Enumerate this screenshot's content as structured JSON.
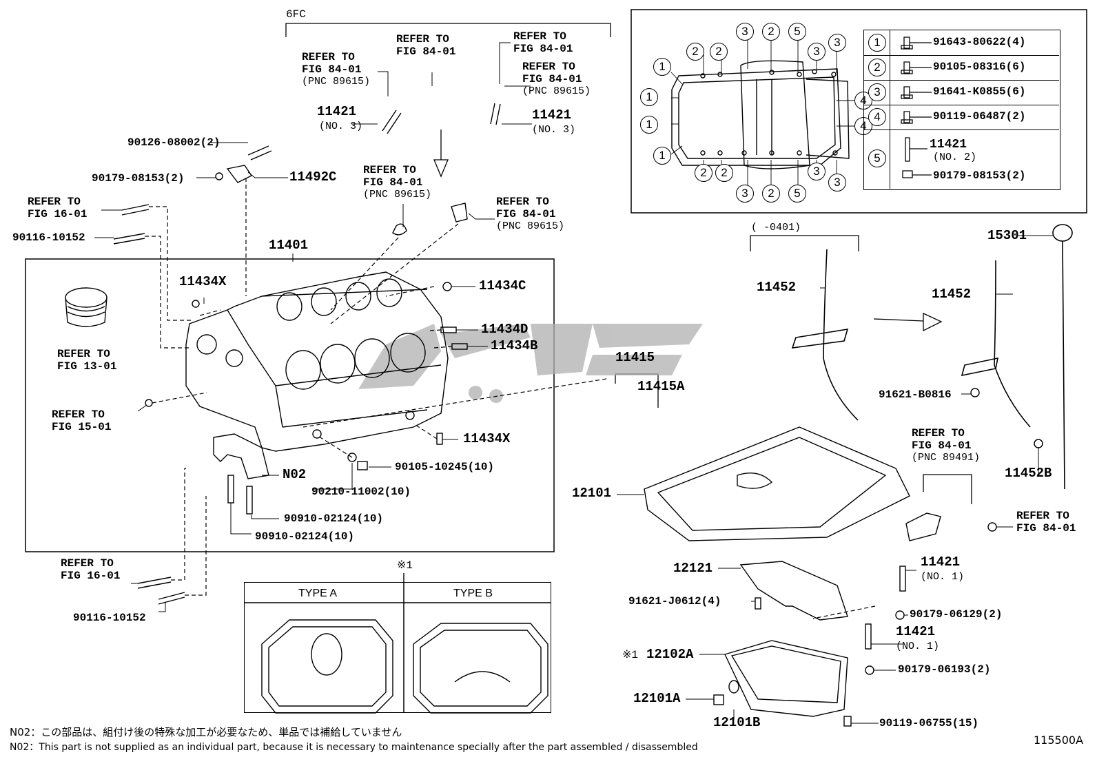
{
  "callouts": {
    "6fc": "6FC",
    "refer_84_a": [
      "REFER TO",
      "FIG 84-01"
    ],
    "refer_84_b": [
      "REFER TO",
      "FIG 84-01",
      "(PNC 89615)"
    ],
    "refer_84_c": [
      "REFER TO",
      "FIG 84-01"
    ],
    "refer_84_d": [
      "REFER TO",
      "FIG 84-01",
      "(PNC 89615)"
    ],
    "p11421_left": "11421",
    "no3_left": "(NO. 3)",
    "p11421_right": "11421",
    "no3_right": "(NO. 3)",
    "refer_84_e": [
      "REFER TO",
      "FIG 84-01",
      "(PNC 89615)"
    ],
    "refer_84_f": [
      "REFER TO",
      "FIG 84-01",
      "(PNC 89615)"
    ],
    "p90126": "90126-08002(2)",
    "p90179_08153": "90179-08153(2)",
    "p11492c": "11492C",
    "refer_16_a": [
      "REFER TO",
      "FIG 16-01"
    ],
    "p90116_a": "90116-10152",
    "p11401": "11401",
    "p11434x_a": "11434X",
    "p11434c": "11434C",
    "p11434d": "11434D",
    "p11434b": "11434B",
    "refer_13": [
      "REFER TO",
      "FIG 13-01"
    ],
    "refer_15": [
      "REFER TO",
      "FIG 15-01"
    ],
    "p11434x_b": "11434X",
    "pN02": "N02",
    "p90105_10245": "90105-10245(10)",
    "p90210": "90210-11002(10)",
    "p90910_a": "90910-02124(10)",
    "p90910_b": "90910-02124(10)",
    "refer_16_b": [
      "REFER TO",
      "FIG 16-01"
    ],
    "p90116_b": "90116-10152",
    "p11415": "11415",
    "p11415a": "11415A",
    "range": "(    -0401)",
    "p11452_a": "11452",
    "p11452_b": "11452",
    "p15301": "15301",
    "p91621_b0816": "91621-B0816",
    "p11452b": "11452B",
    "refer_84_g": [
      "REFER TO",
      "FIG 84-01",
      "(PNC 89491)"
    ],
    "refer_84_h": [
      "REFER TO",
      "FIG 84-01"
    ],
    "p12101": "12101",
    "p12121": "12121",
    "p91621_j0612": "91621-J0612(4)",
    "p11421_no1_a": "11421",
    "no1_a": "(NO. 1)",
    "p90179_06129": "90179-06129(2)",
    "p11421_no1_b": "11421",
    "no1_b": "(NO. 1)",
    "mark_12102a": "※1",
    "p12102a": "12102A",
    "p90179_06193": "90179-06193(2)",
    "p12101a": "12101A",
    "p12101b": "12101B",
    "p90119_06755": "90119-06755(15)",
    "mark_type": "※1",
    "type_a": "TYPE A",
    "type_b": "TYPE B"
  },
  "legend": {
    "rows": [
      {
        "num": "1",
        "part": "91643-80622(4)"
      },
      {
        "num": "2",
        "part": "90105-08316(6)"
      },
      {
        "num": "3",
        "part": "91641-K0855(6)"
      },
      {
        "num": "4",
        "part": "90119-06487(2)"
      },
      {
        "num": "5",
        "part": "11421",
        "sub": "(NO. 2)",
        "part2": "90179-08153(2)"
      }
    ]
  },
  "inset_circles": [
    "1",
    "1",
    "1",
    "1",
    "2",
    "2",
    "3",
    "2",
    "5",
    "3",
    "3",
    "4",
    "4",
    "2",
    "2",
    "3",
    "2",
    "5",
    "3",
    "3"
  ],
  "notes": {
    "jp": "N02：この部品は、組付け後の特殊な加工が必要なため、単品では補給していません",
    "en": "N02：This part is not supplied as an individual part, because it is necessary to maintenance specially after the part assembled / disassembled"
  },
  "figure_id": "115500A",
  "colors": {
    "line": "#000000",
    "watermark": "#b0b0b0"
  }
}
